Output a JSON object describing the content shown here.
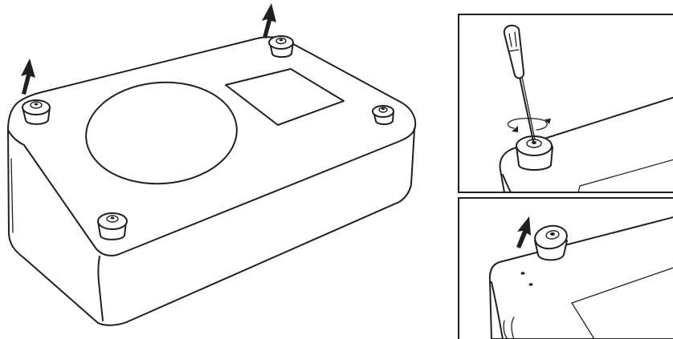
{
  "figure": {
    "panels": [
      {
        "id": "main",
        "content": "device-underside-with-four-feet"
      },
      {
        "id": "detail-top",
        "content": "screwdriver-unscrewing-foot"
      },
      {
        "id": "detail-bottom",
        "content": "foot-removed"
      }
    ],
    "icons": [
      "up-arrow-icon",
      "rotate-arrow-icon",
      "screwdriver-icon",
      "rubber-foot-icon"
    ],
    "colors": {
      "line": "#231f20",
      "fill": "#ffffff"
    }
  }
}
